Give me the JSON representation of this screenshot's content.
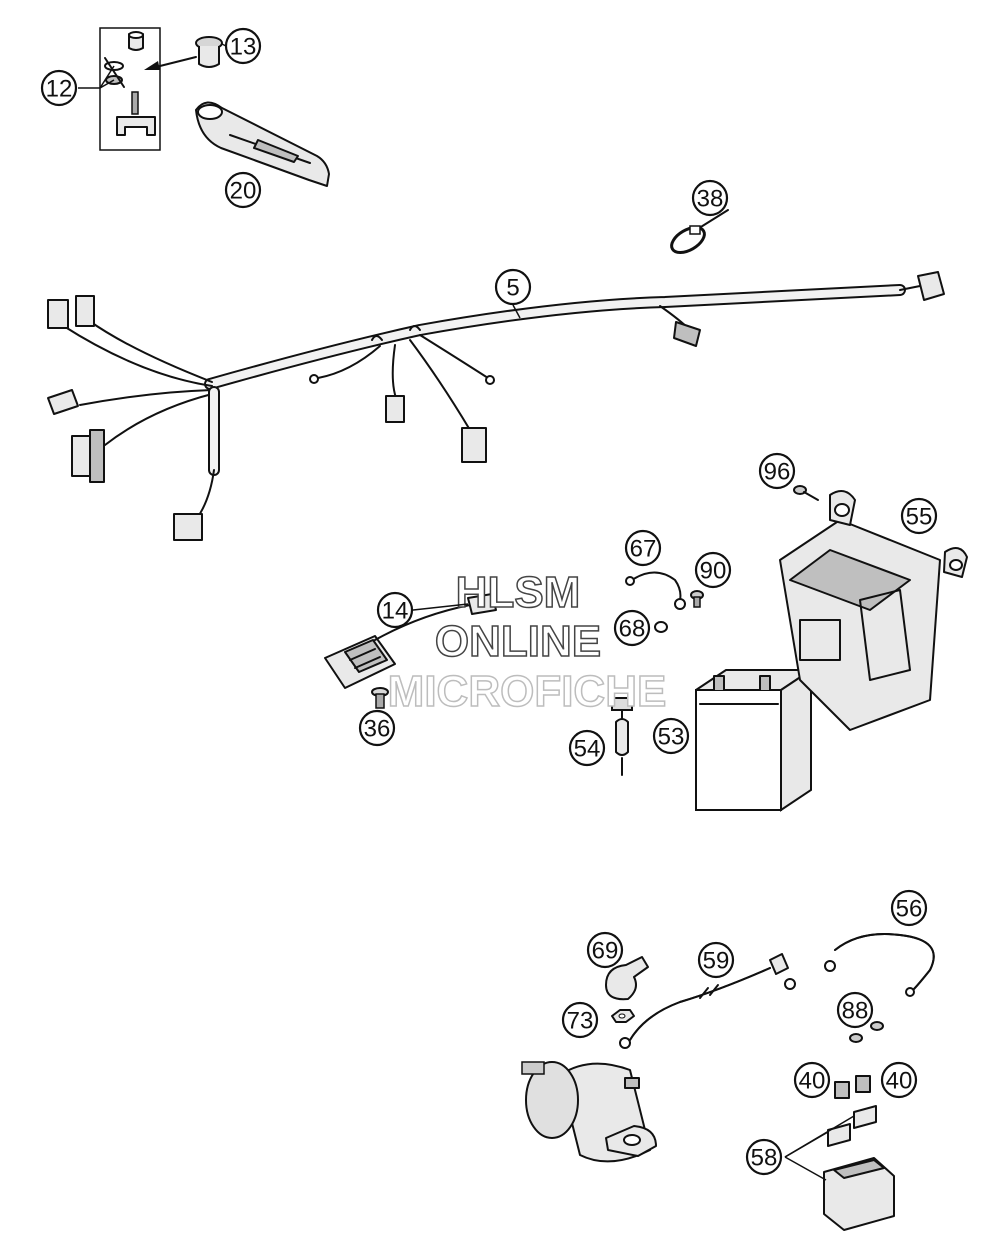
{
  "callouts": {
    "c5": "5",
    "c12": "12",
    "c13": "13",
    "c14": "14",
    "c20": "20",
    "c36": "36",
    "c38": "38",
    "c40a": "40",
    "c40b": "40",
    "c53": "53",
    "c54": "54",
    "c55": "55",
    "c56": "56",
    "c58": "58",
    "c59": "59",
    "c67": "67",
    "c68": "68",
    "c69": "69",
    "c73": "73",
    "c88": "88",
    "c90": "90",
    "c96": "96"
  },
  "watermark": {
    "line1": "HLSM",
    "line2": "ONLINE",
    "line3": "MICROFICHE"
  }
}
